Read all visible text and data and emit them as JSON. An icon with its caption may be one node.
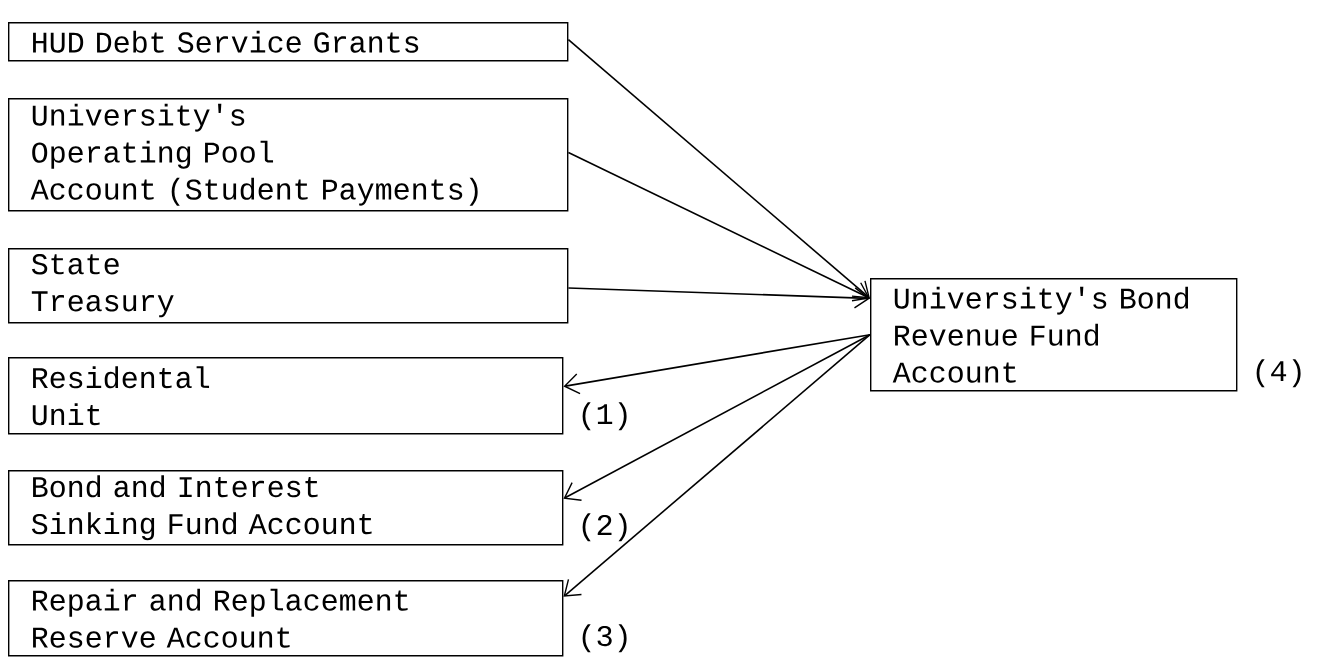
{
  "diagram": {
    "nodes": [
      {
        "text": [
          "HUD Debt Service Grants"
        ]
      },
      {
        "text": [
          "University's Operating Pool Account (Student Payments)"
        ]
      },
      {
        "text": [
          "State Treasury"
        ]
      },
      {
        "text": [
          "University's Bond Revenue Fund Account"
        ],
        "beside": [
          "(4)"
        ]
      },
      {
        "text": [
          "Residental Unit"
        ],
        "beside": [
          "(1)"
        ]
      },
      {
        "text": [
          "Bond and Interest Sinking Fund Account"
        ],
        "beside": [
          "(2)"
        ]
      },
      {
        "text": [
          "Repair and Replacement Reserve Account"
        ],
        "beside": [
          "(3)"
        ]
      }
    ],
    "edges": [
      {
        "from": 0,
        "to": 3,
        "arrow": "to"
      },
      {
        "from": 1,
        "to": 3,
        "arrow": "to"
      },
      {
        "from": 2,
        "to": 3,
        "arrow": "to"
      },
      {
        "from": 3,
        "to": 4,
        "arrow": "to"
      },
      {
        "from": 3,
        "to": 5,
        "arrow": "to"
      },
      {
        "from": 3,
        "to": 6,
        "arrow": "to"
      }
    ]
  }
}
